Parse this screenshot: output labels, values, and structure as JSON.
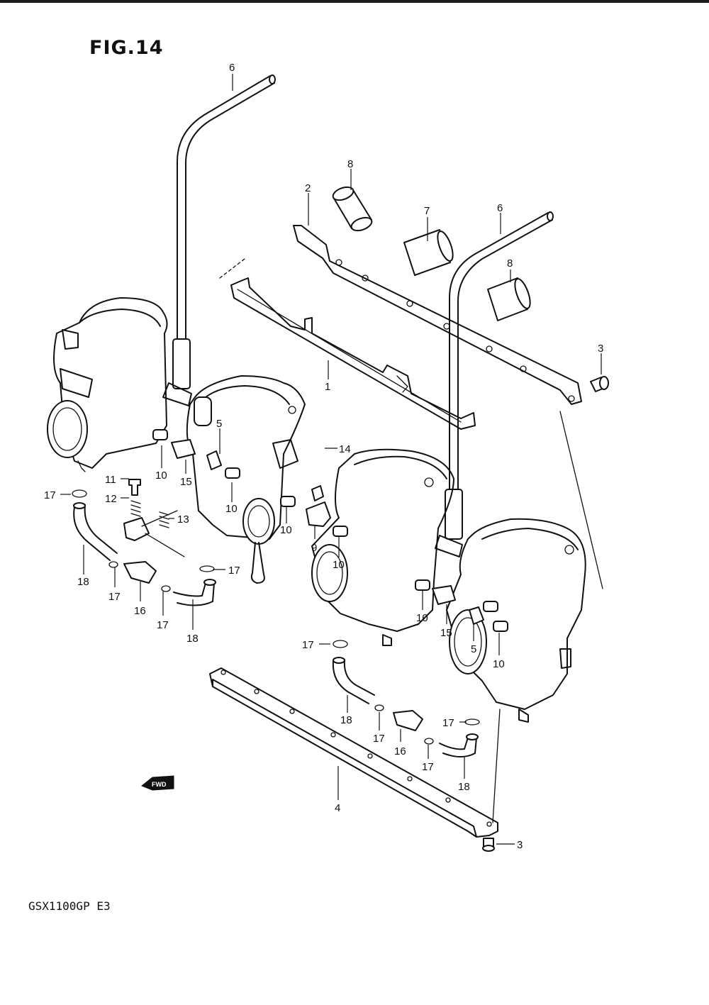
{
  "figure": {
    "title": "FIG.14",
    "model": "GSX1100GP  E3"
  },
  "fwd_label": "FWD",
  "callouts": [
    {
      "key": "c6a",
      "text": "6"
    },
    {
      "key": "c8a",
      "text": "8"
    },
    {
      "key": "c2",
      "text": "2"
    },
    {
      "key": "c7",
      "text": "7"
    },
    {
      "key": "c6b",
      "text": "6"
    },
    {
      "key": "c8b",
      "text": "8"
    },
    {
      "key": "c3a",
      "text": "3"
    },
    {
      "key": "c1",
      "text": "1"
    },
    {
      "key": "c5a",
      "text": "5"
    },
    {
      "key": "c14",
      "text": "14"
    },
    {
      "key": "c10a",
      "text": "10"
    },
    {
      "key": "c15a",
      "text": "15"
    },
    {
      "key": "c11",
      "text": "11"
    },
    {
      "key": "c17a",
      "text": "17"
    },
    {
      "key": "c12",
      "text": "12"
    },
    {
      "key": "c13",
      "text": "13"
    },
    {
      "key": "c10b",
      "text": "10"
    },
    {
      "key": "c10c",
      "text": "10"
    },
    {
      "key": "c9",
      "text": "9"
    },
    {
      "key": "c10d",
      "text": "10"
    },
    {
      "key": "c17b",
      "text": "17"
    },
    {
      "key": "c18a",
      "text": "18"
    },
    {
      "key": "c17c",
      "text": "17"
    },
    {
      "key": "c16a",
      "text": "16"
    },
    {
      "key": "c17d",
      "text": "17"
    },
    {
      "key": "c18b",
      "text": "18"
    },
    {
      "key": "c10e",
      "text": "10"
    },
    {
      "key": "c15b",
      "text": "15"
    },
    {
      "key": "c5b",
      "text": "5"
    },
    {
      "key": "c10f",
      "text": "10"
    },
    {
      "key": "c17e",
      "text": "17"
    },
    {
      "key": "c18c",
      "text": "18"
    },
    {
      "key": "c17f",
      "text": "17"
    },
    {
      "key": "c17g",
      "text": "17"
    },
    {
      "key": "c16b",
      "text": "16"
    },
    {
      "key": "c17h",
      "text": "17"
    },
    {
      "key": "c18d",
      "text": "18"
    },
    {
      "key": "c4",
      "text": "4"
    },
    {
      "key": "c3b",
      "text": "3"
    }
  ]
}
